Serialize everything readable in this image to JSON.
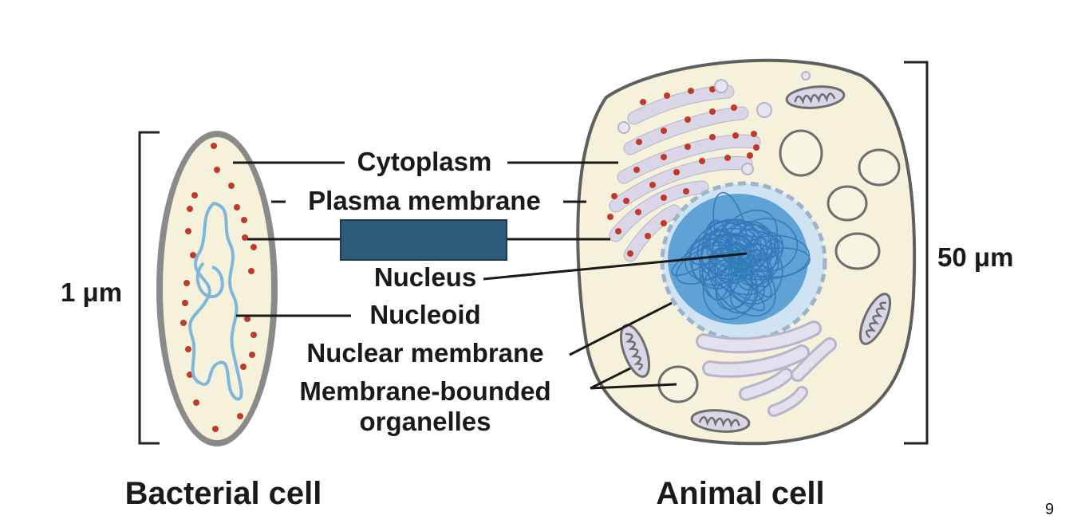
{
  "labels": {
    "cytoplasm": "Cytoplasm",
    "plasma_membrane": "Plasma membrane",
    "nucleus": "Nucleus",
    "nucleoid": "Nucleoid",
    "nuclear_membrane": "Nuclear membrane",
    "membrane_bounded_1": "Membrane-bounded",
    "membrane_bounded_2": "organelles"
  },
  "scale": {
    "bacterial": "1 μm",
    "animal": "50 μm"
  },
  "titles": {
    "bacterial": "Bacterial cell",
    "animal": "Animal cell"
  },
  "page_number": "9",
  "colors": {
    "cytoplasm_fill": "#f6f1da",
    "membrane_outline": "#6e6e6e",
    "ribosome": "#c0392b",
    "nucleoid": "#7fb6dc",
    "nucleus": "#3d8ccc",
    "organelle": "#d9d6e8",
    "hidden_box": "#2d5b7c"
  }
}
